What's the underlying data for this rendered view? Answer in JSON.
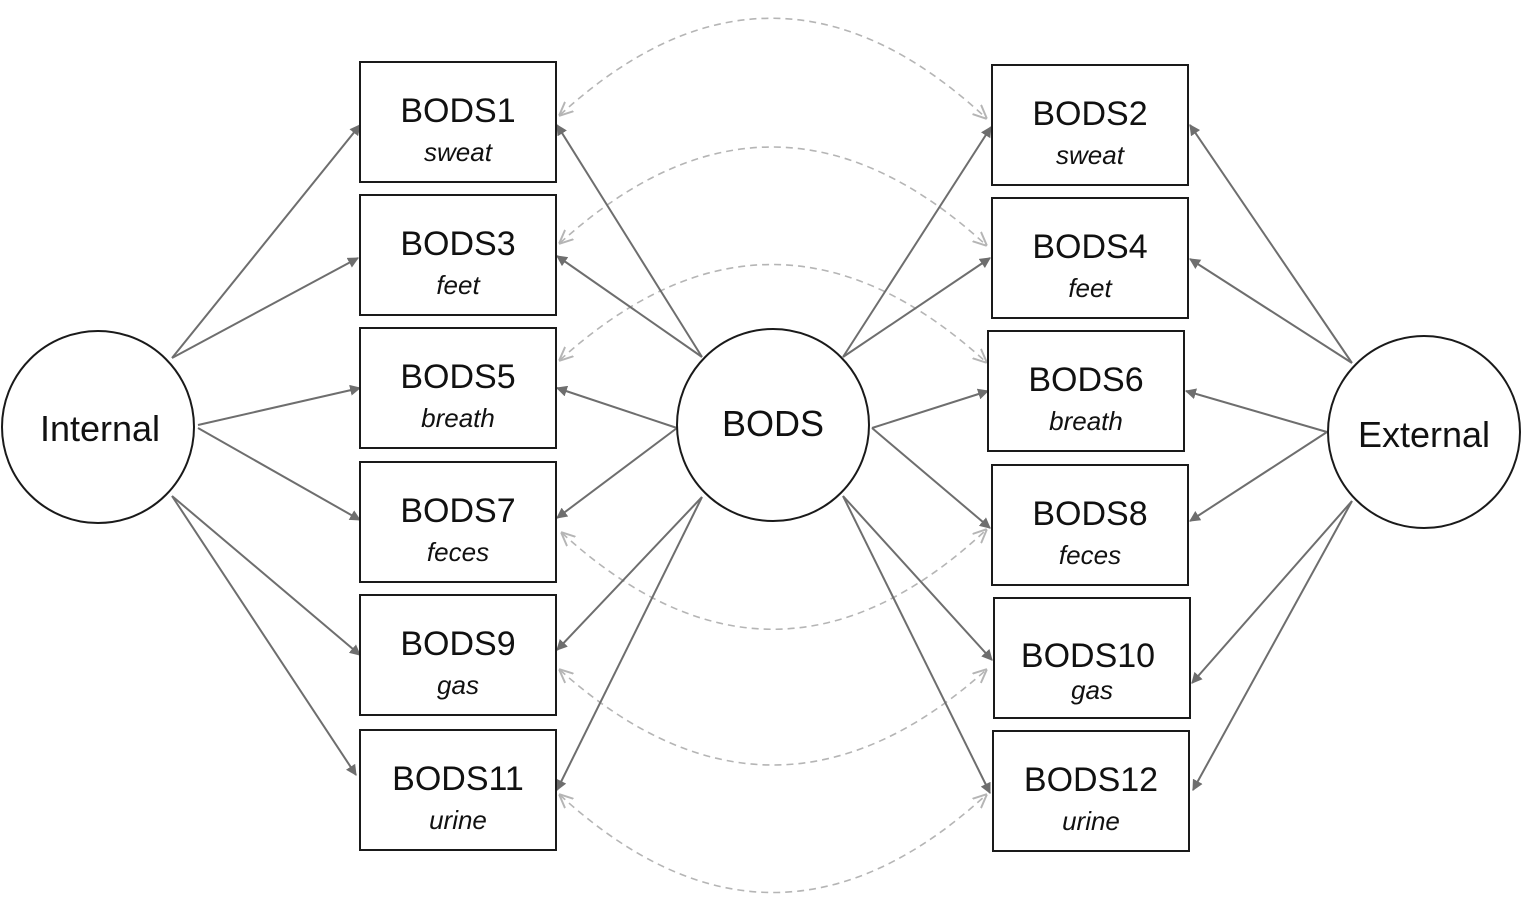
{
  "factors": [
    {
      "id": "internal",
      "label": "Internal"
    },
    {
      "id": "general",
      "label": "BODS"
    },
    {
      "id": "external",
      "label": "External"
    }
  ],
  "indicators": [
    {
      "id": "b1",
      "label": "BODS1",
      "sub": "sweat"
    },
    {
      "id": "b3",
      "label": "BODS3",
      "sub": "feet"
    },
    {
      "id": "b5",
      "label": "BODS5",
      "sub": "breath"
    },
    {
      "id": "b7",
      "label": "BODS7",
      "sub": "feces"
    },
    {
      "id": "b9",
      "label": "BODS9",
      "sub": "gas"
    },
    {
      "id": "b11",
      "label": "BODS11",
      "sub": "urine"
    },
    {
      "id": "b2",
      "label": "BODS2",
      "sub": "sweat"
    },
    {
      "id": "b4",
      "label": "BODS4",
      "sub": "feet"
    },
    {
      "id": "b6",
      "label": "BODS6",
      "sub": "breath"
    },
    {
      "id": "b8",
      "label": "BODS8",
      "sub": "feces"
    },
    {
      "id": "b10",
      "label": "BODS10",
      "sub": "gas"
    },
    {
      "id": "b12",
      "label": "BODS12",
      "sub": "urine"
    }
  ],
  "loadings": [
    {
      "from": "internal",
      "to": "b1"
    },
    {
      "from": "internal",
      "to": "b3"
    },
    {
      "from": "internal",
      "to": "b5"
    },
    {
      "from": "internal",
      "to": "b7"
    },
    {
      "from": "internal",
      "to": "b9"
    },
    {
      "from": "internal",
      "to": "b11"
    },
    {
      "from": "general",
      "to": "b1"
    },
    {
      "from": "general",
      "to": "b3"
    },
    {
      "from": "general",
      "to": "b5"
    },
    {
      "from": "general",
      "to": "b7"
    },
    {
      "from": "general",
      "to": "b9"
    },
    {
      "from": "general",
      "to": "b11"
    },
    {
      "from": "general",
      "to": "b2"
    },
    {
      "from": "general",
      "to": "b4"
    },
    {
      "from": "general",
      "to": "b6"
    },
    {
      "from": "general",
      "to": "b8"
    },
    {
      "from": "general",
      "to": "b10"
    },
    {
      "from": "general",
      "to": "b12"
    },
    {
      "from": "external",
      "to": "b2"
    },
    {
      "from": "external",
      "to": "b4"
    },
    {
      "from": "external",
      "to": "b6"
    },
    {
      "from": "external",
      "to": "b8"
    },
    {
      "from": "external",
      "to": "b10"
    },
    {
      "from": "external",
      "to": "b12"
    }
  ],
  "covariances": [
    {
      "a": "b1",
      "b": "b2"
    },
    {
      "a": "b3",
      "b": "b4"
    },
    {
      "a": "b5",
      "b": "b6"
    },
    {
      "a": "b7",
      "b": "b8"
    },
    {
      "a": "b9",
      "b": "b10"
    },
    {
      "a": "b11",
      "b": "b12"
    }
  ],
  "colors": {
    "loading_edge": "#6e6e6e",
    "covariance_edge": "#b5b5b5",
    "node_stroke": "#1a1a1a"
  }
}
